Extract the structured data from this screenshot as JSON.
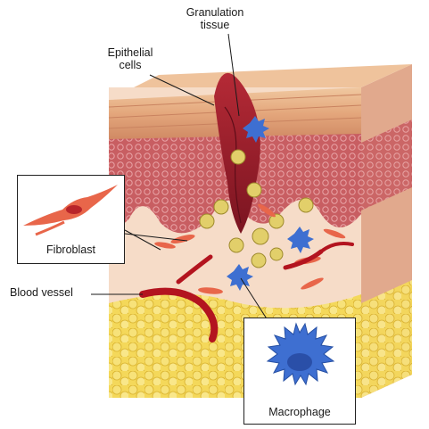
{
  "labels": {
    "granulation_tissue": [
      "Granulation",
      "tissue"
    ],
    "epithelial_cells": [
      "Epithelial",
      "cells"
    ],
    "fibroblast": "Fibroblast",
    "blood_vessel": "Blood vessel",
    "macrophage": "Macrophage"
  },
  "colors": {
    "epidermis": "#e8b48a",
    "dermis": "#c45a5e",
    "wound": "#8e1f2b",
    "subcutaneous_fat": "#f2d34a",
    "connective_tissue": "#f5dcc8",
    "fibroblast_cell": "#e8664a",
    "macrophage_cell": "#3e6fd1",
    "blood_vessel": "#b3141f",
    "platelet_cluster": "#e2cf6a"
  },
  "icons": [
    "fibroblast-icon",
    "macrophage-icon"
  ]
}
